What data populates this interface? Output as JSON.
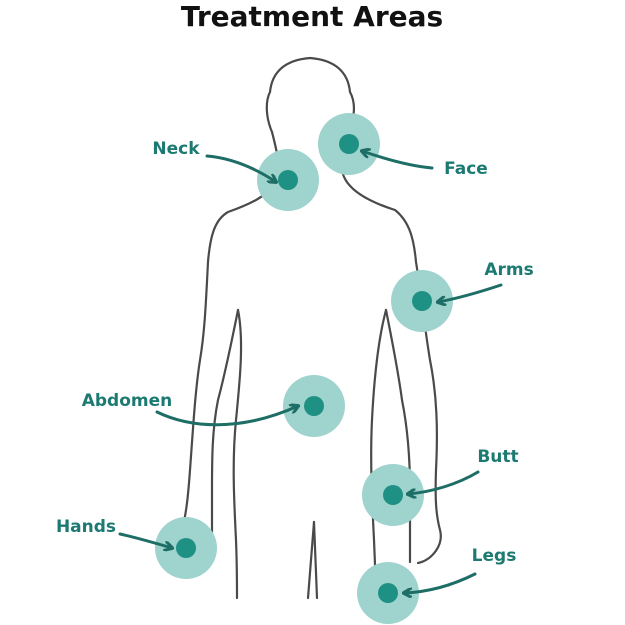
{
  "title": "Treatment Areas",
  "colors": {
    "title": "#111111",
    "label": "#1d7a72",
    "marker_outer": "#9fd3cd",
    "marker_inner": "#1f9184",
    "arrow": "#1d6e66",
    "outline": "#4a4a4a"
  },
  "areas": [
    {
      "label": "Neck"
    },
    {
      "label": "Face"
    },
    {
      "label": "Arms"
    },
    {
      "label": "Abdomen"
    },
    {
      "label": "Butt"
    },
    {
      "label": "Hands"
    },
    {
      "label": "Legs"
    }
  ]
}
